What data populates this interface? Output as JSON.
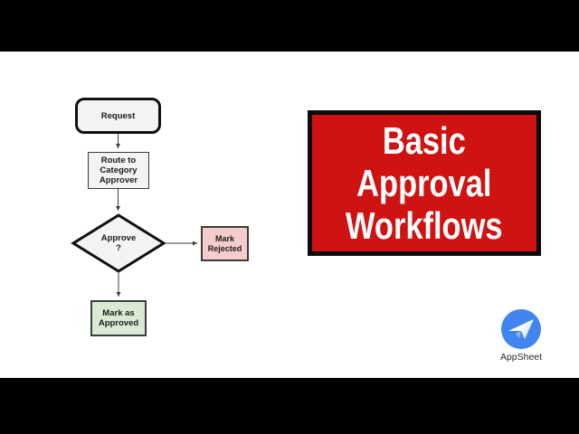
{
  "slide": {
    "background": "#ffffff",
    "letterbox_color": "#000000"
  },
  "flowchart": {
    "nodes": {
      "request": {
        "label": "Request",
        "fill": "#f3f3f3"
      },
      "route": {
        "label": "Route to\nCategory\nApprover",
        "fill": "#f3f3f3"
      },
      "approve": {
        "label": "Approve\n?",
        "fill": "#f3f3f3",
        "shape": "diamond"
      },
      "rejected": {
        "label": "Mark\nRejected",
        "fill": "#f4cccc"
      },
      "approved": {
        "label": "Mark as\nApproved",
        "fill": "#d9ead3"
      }
    },
    "edges": [
      {
        "from": "request",
        "to": "route"
      },
      {
        "from": "route",
        "to": "approve"
      },
      {
        "from": "approve",
        "to": "rejected"
      },
      {
        "from": "approve",
        "to": "approved"
      }
    ]
  },
  "title_card": {
    "title": "Basic\nApproval\nWorkflows",
    "bg_color": "#ce1312",
    "border_color": "#0a0a0a",
    "text_color": "#ffffff"
  },
  "branding": {
    "name": "AppSheet",
    "logo_icon": "paper-plane-icon",
    "logo_color": "#4186f0"
  }
}
